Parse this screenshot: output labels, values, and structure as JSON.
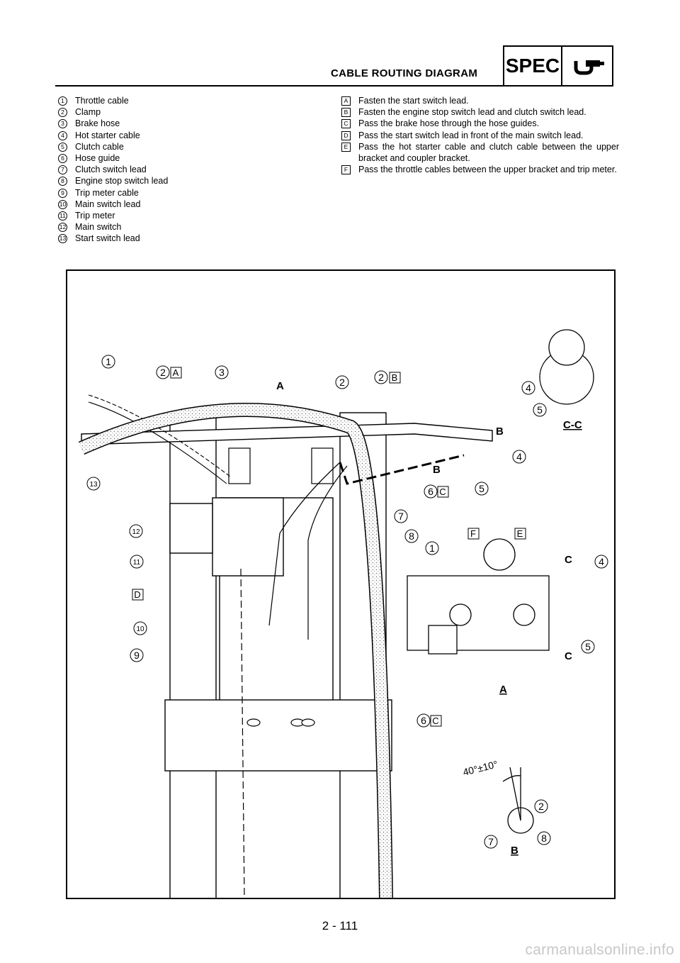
{
  "header": {
    "title": "CABLE ROUTING DIAGRAM",
    "spec_label": "SPEC",
    "spec_icon": "wrench-icon"
  },
  "legend_numbers": [
    {
      "mark": "1",
      "text": "Throttle cable"
    },
    {
      "mark": "2",
      "text": "Clamp"
    },
    {
      "mark": "3",
      "text": "Brake hose"
    },
    {
      "mark": "4",
      "text": "Hot starter cable"
    },
    {
      "mark": "5",
      "text": "Clutch cable"
    },
    {
      "mark": "6",
      "text": "Hose guide"
    },
    {
      "mark": "7",
      "text": "Clutch switch lead"
    },
    {
      "mark": "8",
      "text": "Engine stop switch lead"
    },
    {
      "mark": "9",
      "text": "Trip meter cable"
    },
    {
      "mark": "10",
      "text": "Main switch lead"
    },
    {
      "mark": "11",
      "text": "Trip meter"
    },
    {
      "mark": "12",
      "text": "Main switch"
    },
    {
      "mark": "13",
      "text": "Start switch lead"
    }
  ],
  "legend_letters": [
    {
      "mark": "A",
      "text": "Fasten the start switch lead."
    },
    {
      "mark": "B",
      "text": "Fasten the engine stop switch lead and clutch switch lead."
    },
    {
      "mark": "C",
      "text": "Pass the brake hose through the hose guides."
    },
    {
      "mark": "D",
      "text": "Pass the start switch lead in front of the main switch lead."
    },
    {
      "mark": "E",
      "text": "Pass the hot starter cable and clutch cable between the upper bracket and coupler bracket."
    },
    {
      "mark": "F",
      "text": "Pass the throttle cables between the upper bracket and trip meter."
    }
  ],
  "diagram": {
    "callouts": {
      "c1": "1",
      "c2": "2",
      "c3": "3",
      "c4": "4",
      "c5": "5",
      "c6": "6",
      "c7": "7",
      "c8": "8",
      "c9": "9",
      "c10": "10",
      "c11": "11",
      "c12": "12",
      "c13": "13"
    },
    "letters": {
      "A": "A",
      "B": "B",
      "C": "C",
      "D": "D",
      "E": "E",
      "F": "F"
    },
    "view_labels": {
      "cc": "C-C",
      "a": "A",
      "b": "B"
    },
    "angle_label": "40°±10°"
  },
  "footer": {
    "page_number": "2 - 111",
    "watermark": "carmanualsonline.info"
  }
}
